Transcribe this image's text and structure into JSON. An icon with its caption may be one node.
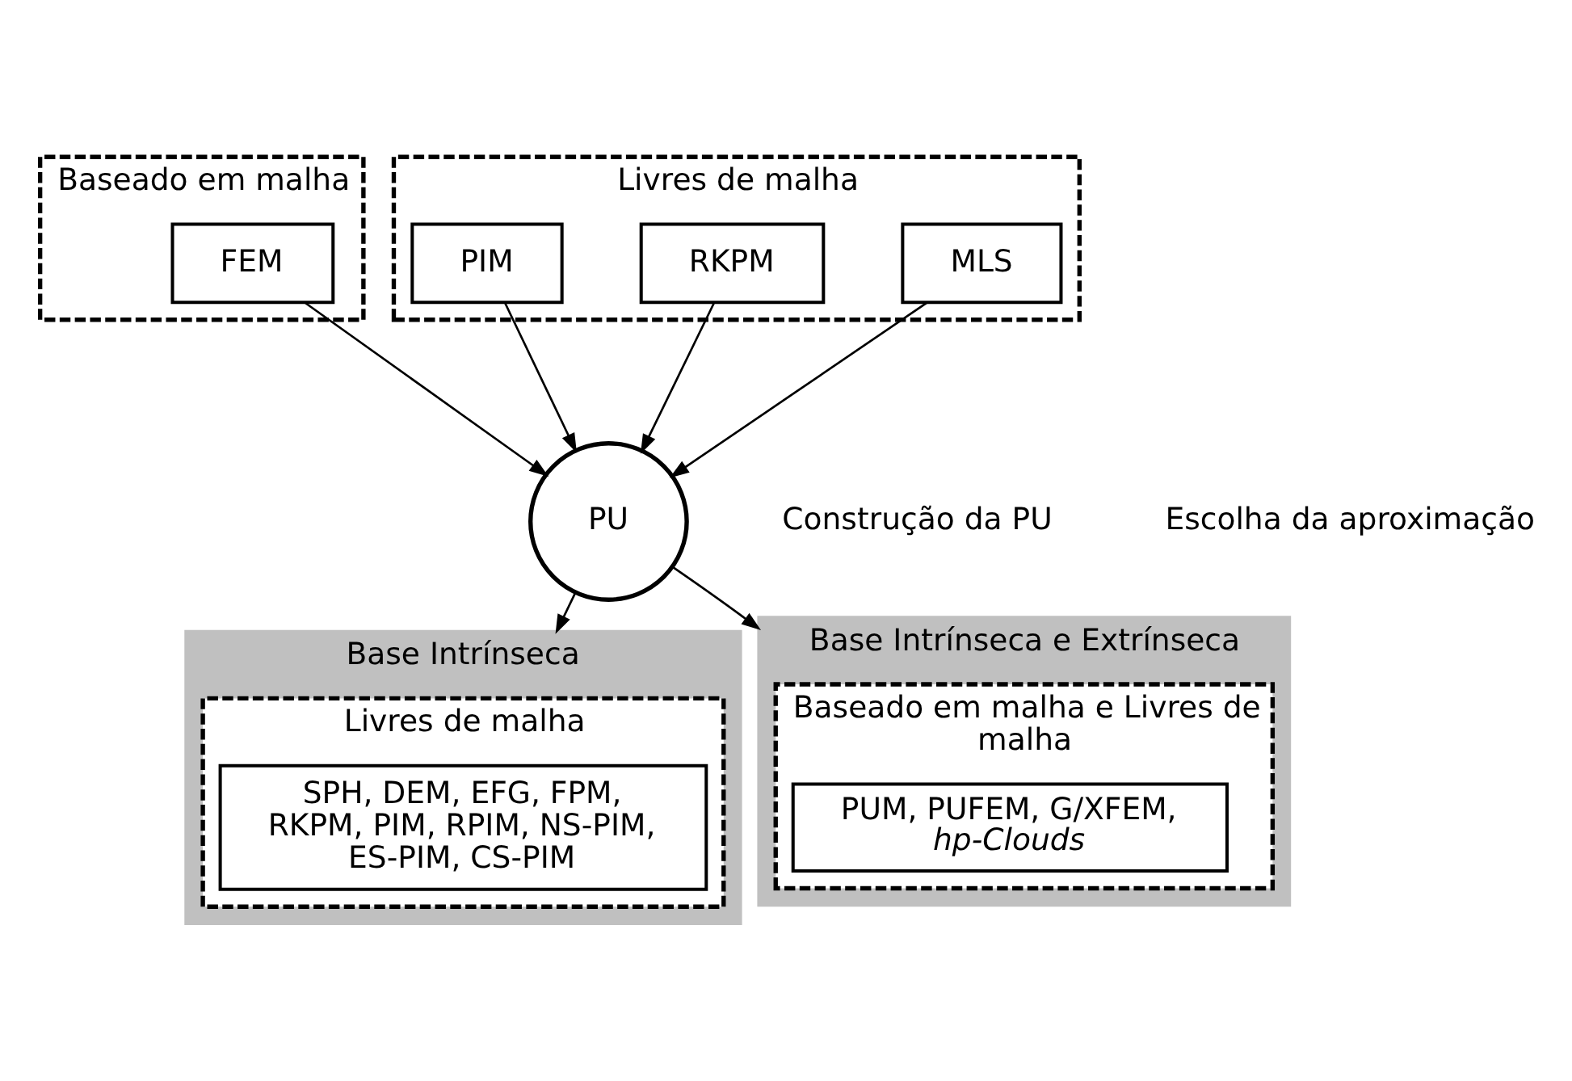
{
  "diagram": {
    "nodes": [
      {
        "text": [
          "Baseado em malha"
        ]
      },
      {
        "text": [
          "FEM"
        ],
        "in": 0
      },
      {
        "text": [
          "Livres de malha"
        ]
      },
      {
        "text": [
          "MLS"
        ],
        "in": 2
      },
      {
        "text": [
          "RKPM"
        ],
        "in": 2
      },
      {
        "text": [
          "PIM"
        ],
        "in": 2
      },
      {
        "text": [
          "PU"
        ]
      },
      {
        "text": [
          "Base Intrínseca"
        ]
      },
      {
        "text": [
          "Livres de malha"
        ],
        "in": 7
      },
      {
        "text": [
          "SPH, DEM, EFG, FPM, RKPM, PIM, RPIM, NS-PIM, ES-PIM, CS-PIM"
        ],
        "in": 8
      },
      {
        "text": [
          "Base Intrínseca e Extrínseca"
        ]
      },
      {
        "text": [
          "Baseado em malha e Livres de malha"
        ],
        "in": 10
      },
      {
        "text": [
          "PUM, PUFEM, G/XFEM, *hp-Clouds*"
        ],
        "in": 11
      }
    ],
    "edges": [
      {
        "from": 1,
        "to": 6,
        "arrow": "to"
      },
      {
        "from": 3,
        "to": 6,
        "arrow": "to"
      },
      {
        "from": 4,
        "to": 6,
        "arrow": "to"
      },
      {
        "from": 5,
        "to": 6,
        "arrow": "to"
      },
      {
        "from": 6,
        "to": 7,
        "arrow": "to"
      },
      {
        "from": 6,
        "to": 10,
        "arrow": "to"
      }
    ],
    "labels": [
      "Construção da PU",
      "Escolha da aproximação"
    ]
  }
}
